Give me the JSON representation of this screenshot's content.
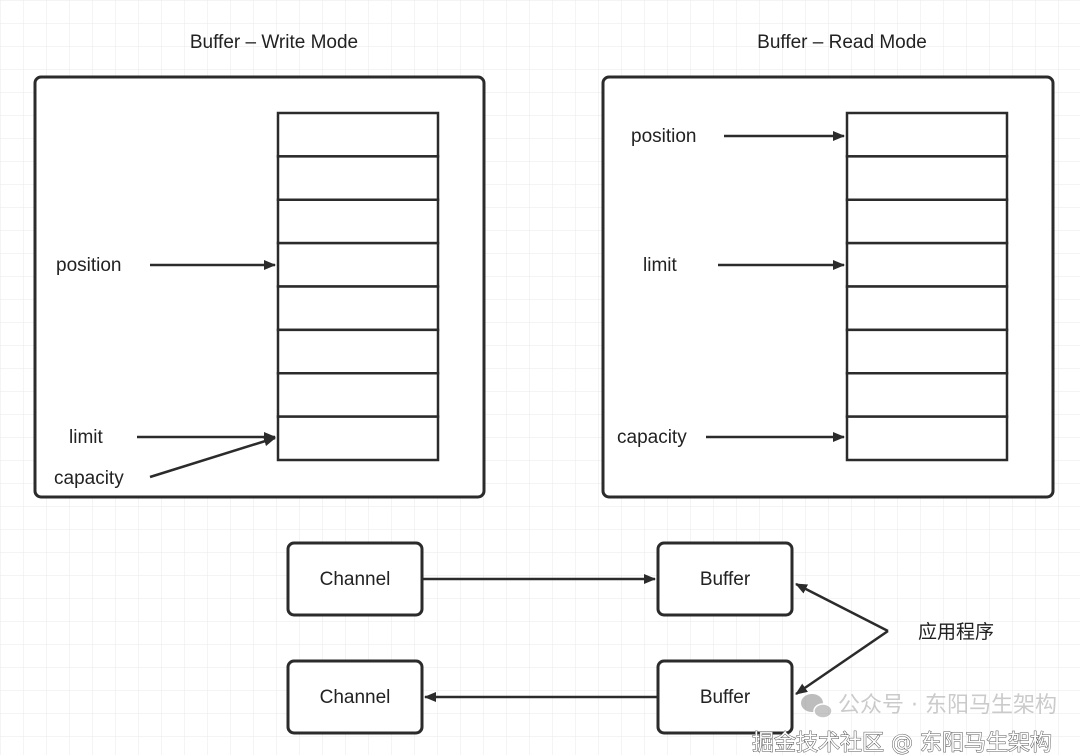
{
  "write_mode": {
    "title": "Buffer – Write Mode",
    "labels": {
      "position": "position",
      "limit": "limit",
      "capacity": "capacity"
    }
  },
  "read_mode": {
    "title": "Buffer – Read Mode",
    "labels": {
      "position": "position",
      "limit": "limit",
      "capacity": "capacity"
    }
  },
  "flow": {
    "channel_top": "Channel",
    "buffer_top": "Buffer",
    "channel_bottom": "Channel",
    "buffer_bottom": "Buffer",
    "application": "应用程序"
  },
  "cell_count": 8,
  "watermark": {
    "faded": "公众号 · 东阳马生架构",
    "main": "掘金技术社区 @ 东阳马生架构"
  },
  "colors": {
    "stroke": "#2b2b2b",
    "grid": "#e8e8e8"
  }
}
